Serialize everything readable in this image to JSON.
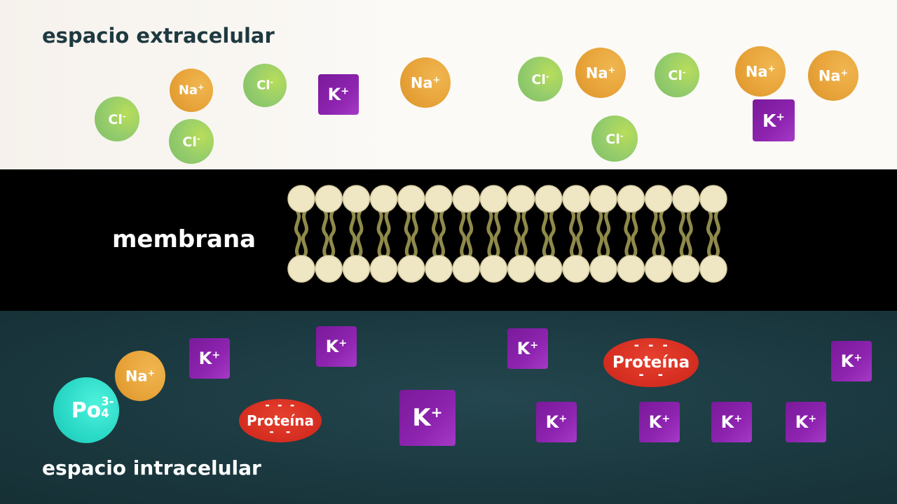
{
  "labels": {
    "extracellular": "espacio extracelular",
    "membrane": "membrana",
    "intracellular": "espacio intracelular"
  },
  "ions": {
    "na": {
      "symbol": "Na",
      "charge": "+",
      "color": "#e8a43a"
    },
    "cl": {
      "symbol": "Cl",
      "charge": "-",
      "color": "#94cc6c"
    },
    "k": {
      "symbol": "K",
      "charge": "+",
      "color": "#8e24b0"
    },
    "po4": {
      "symbol": "Po",
      "charge": "3-",
      "subscript": "4",
      "color": "#29d8c6"
    },
    "protein": {
      "label": "Proteína",
      "charge_mark": "-",
      "color": "#d42d20"
    }
  },
  "colors": {
    "membrane_head": "#efe6c4",
    "membrane_tail": "#8f8a4a",
    "membrane_background": "#000000",
    "intracellular_background": "#1b3940",
    "extracellular_background": "#fbfaf6"
  }
}
